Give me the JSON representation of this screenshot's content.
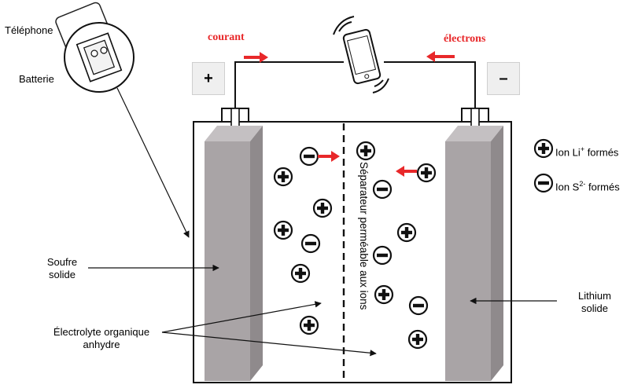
{
  "labels": {
    "telephone": "Téléphone",
    "batterie": "Batterie",
    "courant": "courant",
    "electrons": "électrons",
    "plus_terminal": "+",
    "minus_terminal": "–",
    "soufre_line1": "Soufre",
    "soufre_line2": "solide",
    "lithium_line1": "Lithium",
    "lithium_line2": "solide",
    "electrolyte_line1": "Électrolyte organique",
    "electrolyte_line2": "anhydre",
    "separateur": "Séparateur perméable aux ions"
  },
  "legend": {
    "li_prefix": "Ion Li",
    "li_sup": "+",
    "li_suffix": " formés",
    "s_prefix": "Ion S",
    "s_sup": "2-",
    "s_suffix": " formés"
  },
  "colors": {
    "accent_red": "#e8282a",
    "electrode_gray": "#a9a4a6",
    "electrode_dark": "#8f8a8c"
  }
}
